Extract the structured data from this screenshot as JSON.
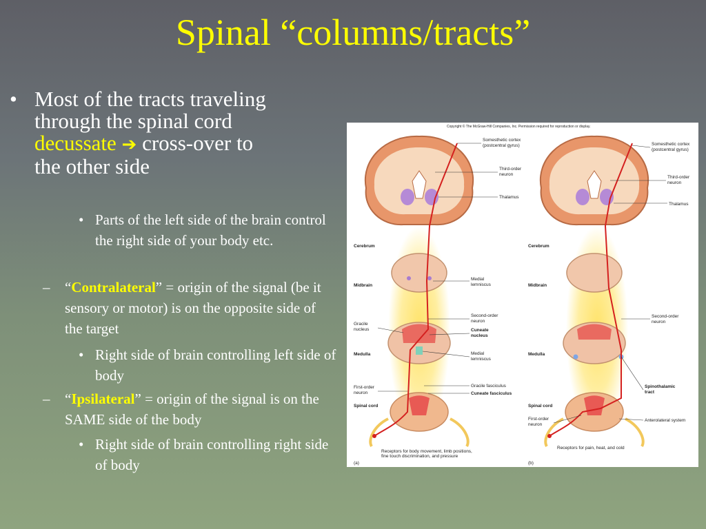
{
  "slide": {
    "title": "Spinal “columns/tracts”",
    "bullet1": {
      "line1": "Most of the tracts traveling",
      "line2": "through the spinal cord",
      "highlight": "decussate",
      "arrow": "➔",
      "rest": "cross-over to",
      "line4": "the other side"
    },
    "sub1": {
      "marker": "•",
      "text": "Parts of the left side of the brain control the right side of your body etc."
    },
    "contra": {
      "marker": "–",
      "open_quote": "“",
      "term": "Contralateral",
      "rest": "” = origin of the signal (be it sensory or motor) is on the opposite side of the target"
    },
    "contra_example": {
      "marker": "•",
      "text": "Right side of brain controlling left side of body"
    },
    "ipsi": {
      "marker": "–",
      "open_quote": "“",
      "term": "Ipsilateral",
      "rest": "” = origin of the signal is on the SAME side of the body"
    },
    "ipsi_example": {
      "marker": "•",
      "text": "Right side of brain controlling right side of body"
    }
  },
  "figure": {
    "copyright": "Copyright © The McGraw-Hill Companies, Inc. Permission required for reproduction or display.",
    "panel_a": {
      "label": "(a)",
      "somesthetic_1": "Somesthetic cortex",
      "somesthetic_2": "(postcentral gyrus)",
      "third_order_1": "Third-order",
      "third_order_2": "neuron",
      "thalamus": "Thalamus",
      "cerebrum": "Cerebrum",
      "midbrain": "Midbrain",
      "medial_lemniscus_1": "Medial",
      "medial_lemniscus_2": "lemniscus",
      "second_order_1": "Second-order",
      "second_order_2": "neuron",
      "gracile_nucleus_1": "Gracile",
      "gracile_nucleus_2": "nucleus",
      "cuneate_nucleus_1": "Cuneate",
      "cuneate_nucleus_2": "nucleus",
      "medulla": "Medulla",
      "medial_lemniscus_b1": "Medial",
      "medial_lemniscus_b2": "lemniscus",
      "first_order_1": "First-order",
      "first_order_2": "neuron",
      "gracile_fasciculus": "Gracile fasciculus",
      "cuneate_fasciculus": "Cuneate fasciculus",
      "spinal_cord": "Spinal cord",
      "receptors_1": "Receptors for body movement, limb positions,",
      "receptors_2": "fine touch discrimination, and pressure"
    },
    "panel_b": {
      "label": "(b)",
      "somesthetic_1": "Somesthetic cortex",
      "somesthetic_2": "(postcentral gyrus)",
      "third_order_1": "Third-order",
      "third_order_2": "neuron",
      "thalamus": "Thalamus",
      "cerebrum": "Cerebrum",
      "midbrain": "Midbrain",
      "second_order_1": "Second-order",
      "second_order_2": "neuron",
      "medulla": "Medulla",
      "spinothalamic_1": "Spinothalamic",
      "spinothalamic_2": "tract",
      "spinal_cord": "Spinal cord",
      "first_order_1": "First-order",
      "first_order_2": "neuron",
      "anterolateral": "Anterolateral system",
      "receptors": "Receptors for pain, heat, and cold"
    }
  }
}
